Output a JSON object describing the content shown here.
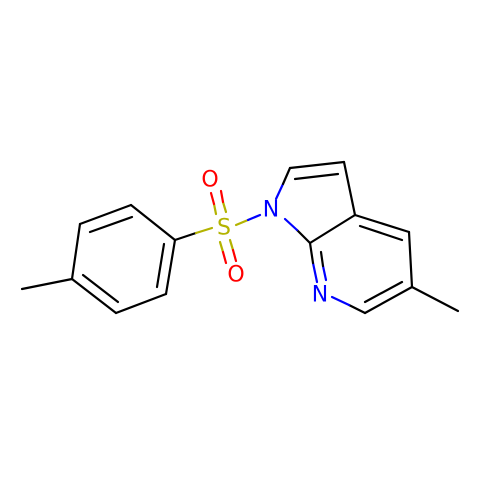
{
  "molecule": {
    "atoms": {
      "s": {
        "symbol": "S",
        "color": "#b3b300"
      },
      "o1": {
        "symbol": "O",
        "color": "#ff0000"
      },
      "o2": {
        "symbol": "O",
        "color": "#ff0000"
      },
      "n1": {
        "symbol": "N",
        "color": "#0000ff"
      },
      "n7": {
        "symbol": "N",
        "color": "#0000ff"
      }
    },
    "colors": {
      "carbon_bond": "#000000",
      "sulfur": "#b3b300",
      "oxygen": "#ff0000",
      "nitrogen": "#0000ff",
      "background": "#ffffff"
    }
  }
}
